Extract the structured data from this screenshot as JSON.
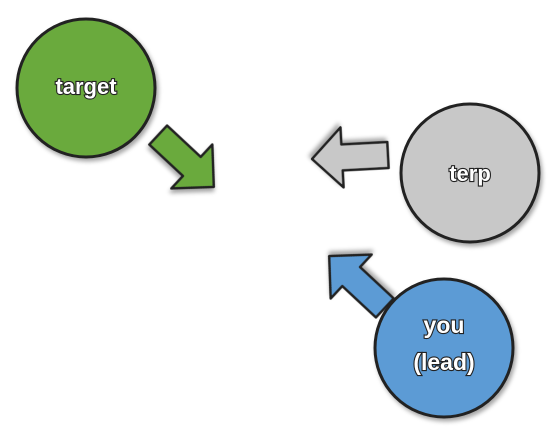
{
  "nodes": {
    "target": {
      "label": "target",
      "color": "#6aaa3e"
    },
    "terp": {
      "label": "terp",
      "color": "#c8c8c8"
    },
    "you": {
      "line1": "you",
      "line2": "(lead)",
      "color": "#5b9bd5"
    }
  },
  "arrows": {
    "green": {
      "color": "#6aaa3e"
    },
    "gray": {
      "color": "#c8c8c8"
    },
    "blue": {
      "color": "#5b9bd5"
    }
  },
  "stroke_color": "#222222"
}
